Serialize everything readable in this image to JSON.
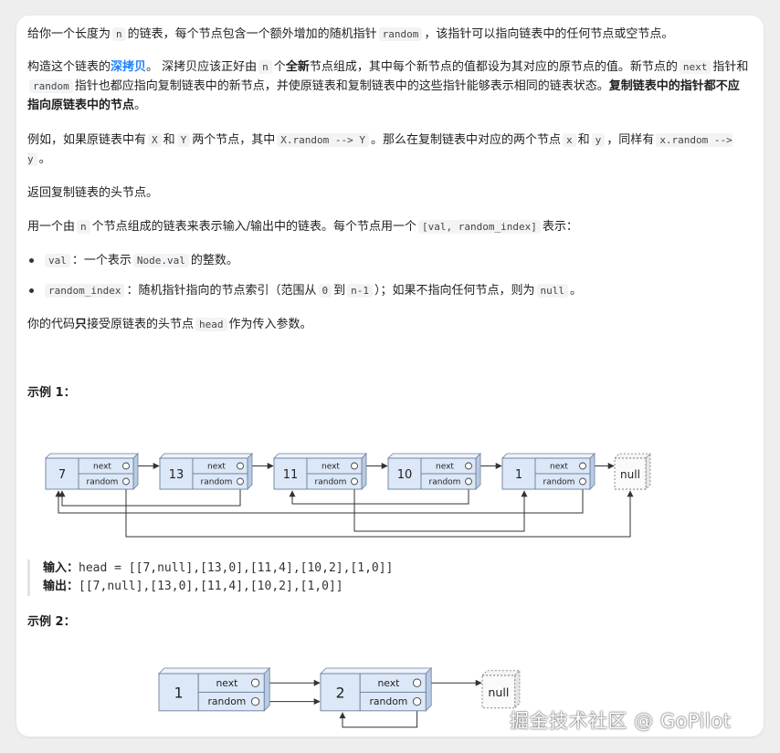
{
  "p1": {
    "t1": "给你一个长度为",
    "c1": "n",
    "t2": "的链表，每个节点包含一个额外增加的随机指针",
    "c2": "random",
    "t3": "，该指针可以指向链表中的任何节点或空节点。"
  },
  "p2": {
    "t1": "构造这个链表的",
    "link": "深拷贝",
    "t2": "。 深拷贝应该正好由",
    "c1": "n",
    "t3": "个",
    "b1": "全新",
    "t4": "节点组成，其中每个新节点的值都设为其对应的原节点的值。新节点的",
    "c2": "next",
    "t5": "指针和",
    "c3": "random",
    "t6": "指针也都应指向复制链表中的新节点，并使原链表和复制链表中的这些指针能够表示相同的链表状态。",
    "b2": "复制链表中的指针都不应指向原链表中的节点",
    "t7": "。"
  },
  "p3": {
    "t1": "例如，如果原链表中有",
    "c1": "X",
    "t2": "和",
    "c2": "Y",
    "t3": "两个节点，其中",
    "c3": "X.random --> Y",
    "t4": "。那么在复制链表中对应的两个节点",
    "c4": "x",
    "t5": "和",
    "c5": "y",
    "t6": "，同样有",
    "c6": "x.random --> y",
    "t7": "。"
  },
  "p4": {
    "t1": "返回复制链表的头节点。"
  },
  "p5": {
    "t1": "用一个由",
    "c1": "n",
    "t2": "个节点组成的链表来表示输入/输出中的链表。每个节点用一个",
    "c2": "[val, random_index]",
    "t3": "表示："
  },
  "bullets": {
    "b1": {
      "c1": "val",
      "t1": "：一个表示",
      "c2": "Node.val",
      "t2": "的整数。"
    },
    "b2": {
      "c1": "random_index",
      "t1": "：随机指针指向的节点索引（范围从",
      "c2": "0",
      "t2": "到",
      "c3": "n-1",
      "t3": "）；如果不指向任何节点，则为",
      "c4": "null",
      "t4": "。"
    }
  },
  "p6": {
    "t1": "你的代码",
    "b1": "只",
    "t2": "接受原链表的头节点",
    "c1": "head",
    "t3": "作为传入参数。"
  },
  "example1": {
    "heading": "示例 1：",
    "nodes": [
      "7",
      "13",
      "11",
      "10",
      "1"
    ],
    "next_label": "next",
    "random_label": "random",
    "null_label": "null",
    "input_label": "输入：",
    "input_value": "head = [[7,null],[13,0],[11,4],[10,2],[1,0]]",
    "output_label": "输出：",
    "output_value": "[[7,null],[13,0],[11,4],[10,2],[1,0]]"
  },
  "example2": {
    "heading": "示例 2：",
    "nodes": [
      "1",
      "2"
    ],
    "next_label": "next",
    "random_label": "random",
    "null_label": "null"
  },
  "watermark": "掘金技术社区 @ GoPilot",
  "colors": {
    "node_fill": "#dce8f7",
    "node_top": "#eef3fb",
    "node_side": "#b9cbe4",
    "node_border": "#6c7f99",
    "link": "#1e80ff"
  }
}
